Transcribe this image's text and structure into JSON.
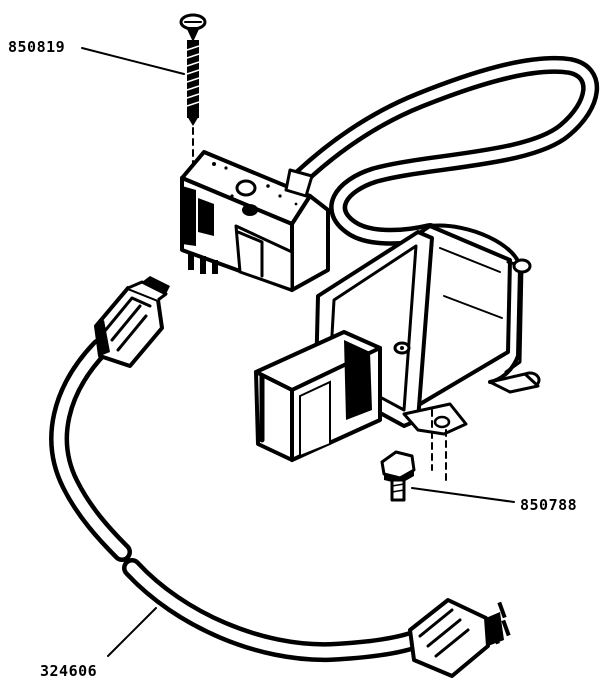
{
  "diagram": {
    "parts": [
      {
        "id": "screw",
        "part_number": "850819"
      },
      {
        "id": "bolt",
        "part_number": "850788"
      },
      {
        "id": "power-cord",
        "part_number": "324606"
      }
    ],
    "colors": {
      "ink": "#000000",
      "paper": "#ffffff"
    }
  }
}
